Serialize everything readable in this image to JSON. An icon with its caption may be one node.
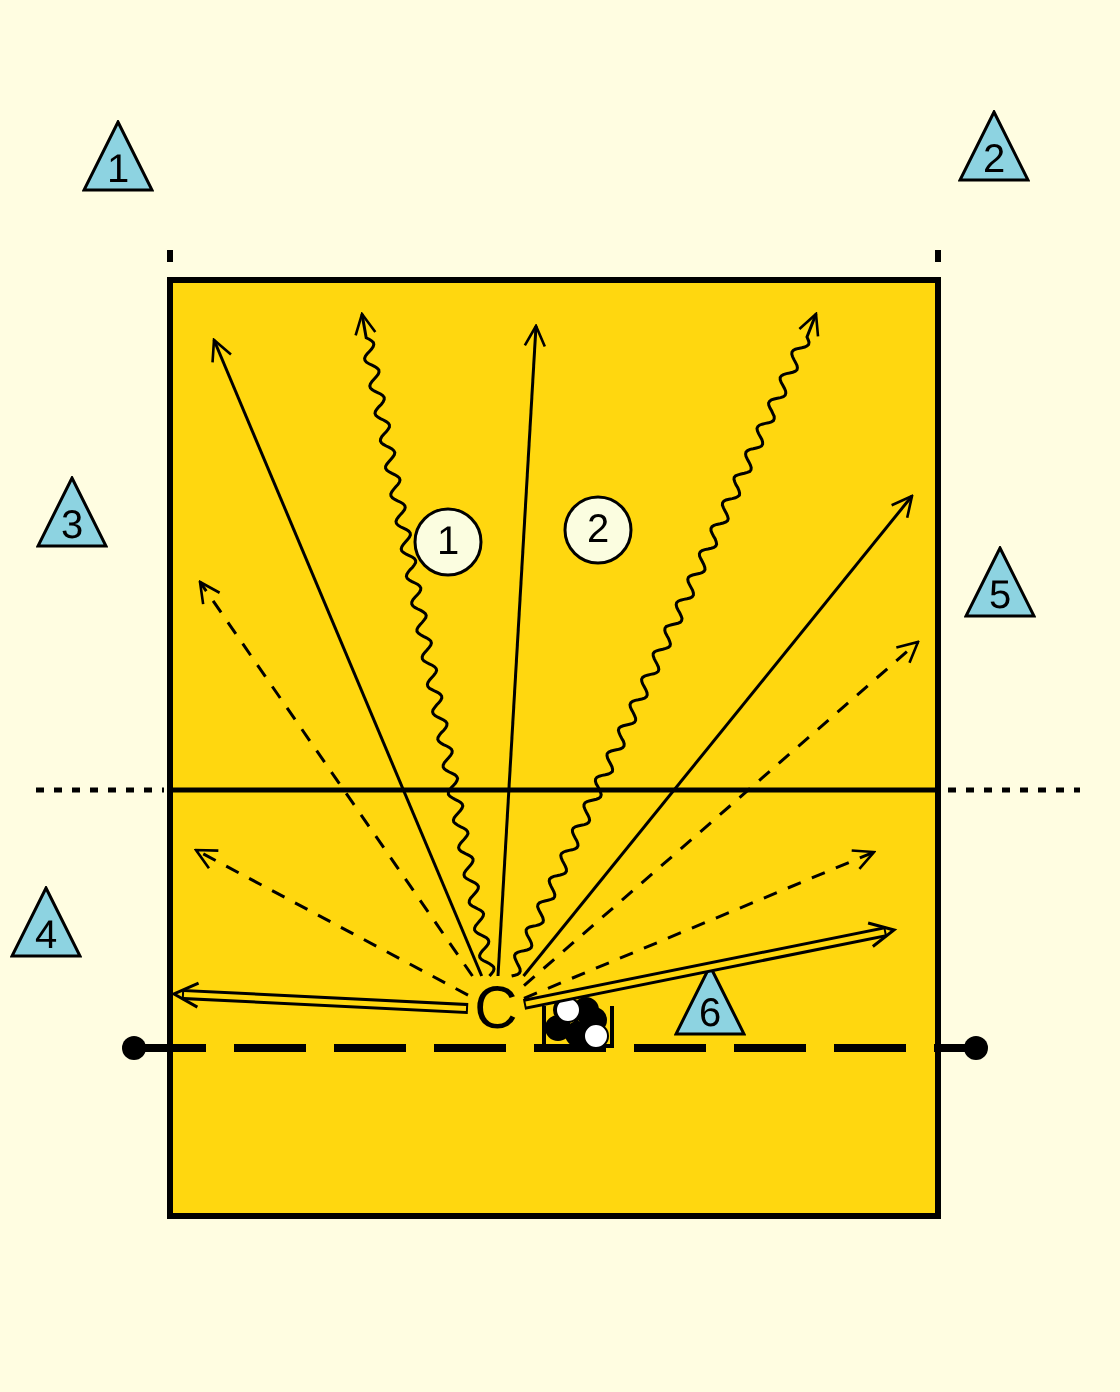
{
  "diagram": {
    "nodes": [
      {
        "text": [
          "1"
        ]
      },
      {
        "text": [
          "2"
        ]
      },
      {
        "text": [
          "3"
        ]
      },
      {
        "text": [
          "1"
        ]
      },
      {
        "text": [
          "2"
        ]
      },
      {
        "text": [
          "5"
        ]
      },
      {
        "text": [
          "4"
        ]
      },
      {
        "text": [
          "C"
        ]
      },
      {
        "text": [
          "6"
        ]
      }
    ],
    "edges": [
      {
        "from": 7,
        "to": null,
        "arrow": "to"
      },
      {
        "from": 7,
        "to": null,
        "arrow": "to"
      },
      {
        "from": 7,
        "to": null,
        "arrow": "to"
      },
      {
        "from": 7,
        "to": null,
        "arrow": "to"
      },
      {
        "from": 7,
        "to": null,
        "arrow": "to"
      },
      {
        "from": 7,
        "to": null,
        "arrow": "to",
        "style": "dashed"
      },
      {
        "from": 7,
        "to": null,
        "arrow": "to",
        "style": "dashed"
      },
      {
        "from": 7,
        "to": null,
        "arrow": "to",
        "style": "dashed"
      },
      {
        "from": 7,
        "to": null,
        "arrow": "to",
        "style": "dashed"
      },
      {
        "from": 7,
        "to": null,
        "arrow": "to",
        "style": "thick"
      },
      {
        "from": 7,
        "to": null,
        "arrow": "to",
        "style": "thick"
      }
    ]
  }
}
